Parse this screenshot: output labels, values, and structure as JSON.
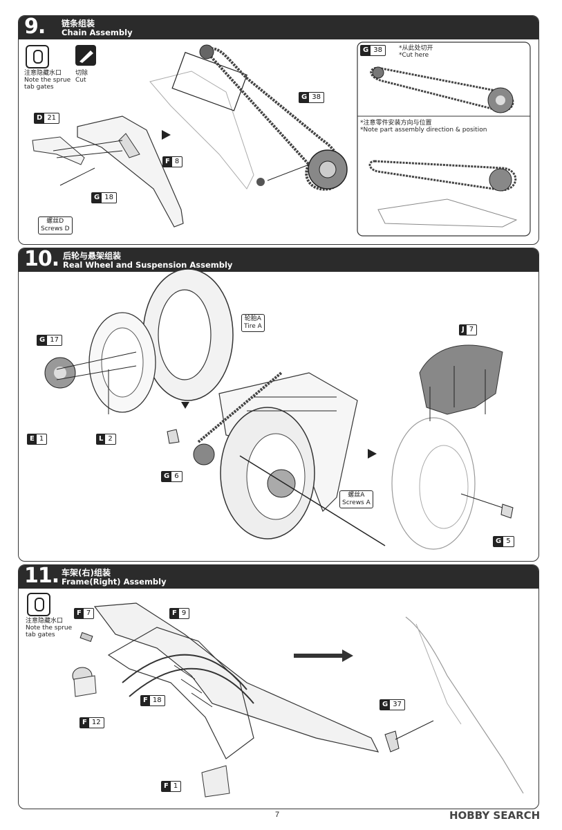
{
  "steps": [
    {
      "number": "9.",
      "title_cn": "链条组装",
      "title_en": "Chain Assembly"
    },
    {
      "number": "10.",
      "title_cn": "后轮与悬架组装",
      "title_en": "Real Wheel and Suspension Assembly"
    },
    {
      "number": "11.",
      "title_cn": "车架(右)组装",
      "title_en": "Frame(Right) Assembly"
    }
  ],
  "step9": {
    "sprue_note_cn": "注意隐藏水口",
    "sprue_note_en1": "Note the sprue",
    "sprue_note_en2": "tab gates",
    "cut_cn": "切除",
    "cut_en": "Cut",
    "tags": {
      "d21": {
        "letter": "D",
        "num": "21"
      },
      "g18": {
        "letter": "G",
        "num": "18"
      },
      "f8": {
        "letter": "F",
        "num": "8"
      },
      "g38": {
        "letter": "G",
        "num": "38"
      },
      "g38_inset": {
        "letter": "G",
        "num": "38"
      }
    },
    "screws_cn": "螺丝D",
    "screws_en": "Screws D",
    "cut_here_cn": "*从此处切开",
    "cut_here_en": "*Cut here",
    "note_cn": "*注意零件安装方向与位置",
    "note_en": "*Note part assembly direction & position"
  },
  "step10": {
    "tire_cn": "轮胎A",
    "tire_en": "Tire A",
    "screws_cn": "螺丝A",
    "screws_en": "Screws A",
    "tags": {
      "g17": {
        "letter": "G",
        "num": "17"
      },
      "e1": {
        "letter": "E",
        "num": "1"
      },
      "l2": {
        "letter": "L",
        "num": "2"
      },
      "g6": {
        "letter": "G",
        "num": "6"
      },
      "j7": {
        "letter": "J",
        "num": "7"
      },
      "g5": {
        "letter": "G",
        "num": "5"
      }
    }
  },
  "step11": {
    "sprue_note_cn": "注意隐藏水口",
    "sprue_note_en1": "Note the sprue",
    "sprue_note_en2": "tab gates",
    "tags": {
      "f7": {
        "letter": "F",
        "num": "7"
      },
      "f9": {
        "letter": "F",
        "num": "9"
      },
      "f18": {
        "letter": "F",
        "num": "18"
      },
      "f12": {
        "letter": "F",
        "num": "12"
      },
      "g37": {
        "letter": "G",
        "num": "37"
      },
      "f1": {
        "letter": "F",
        "num": "1"
      }
    }
  },
  "page_number": "7",
  "watermark": "HOBBY SEARCH"
}
